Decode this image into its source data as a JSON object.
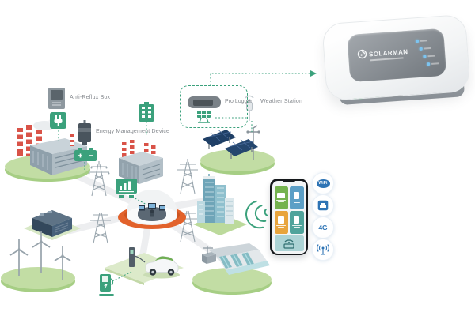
{
  "page": {
    "background": "#FFFFFF",
    "kind": "smart-energy-ecosystem-diagram"
  },
  "labels": {
    "anti_reflux_box": "Anti-Reflux Box",
    "energy_management_device": "Energy Management Device",
    "pro_logger": "Pro Logger",
    "weather_station": "Weather Station"
  },
  "device_photo": {
    "brand": "SOLARMAN",
    "led_count": 4
  },
  "connectivity_icons": [
    {
      "name": "wifi-badge",
      "text": "WiFi"
    },
    {
      "name": "ethernet-port-icon",
      "text": ""
    },
    {
      "name": "cellular-4g",
      "text": "4G"
    },
    {
      "name": "radio-antenna-icon",
      "text": ""
    }
  ],
  "colors": {
    "accent_green": "#3BA17C",
    "platform_green_top": "#C2DDA4",
    "platform_green_side": "#A6CE84",
    "control_ring_orange": "#E2622B",
    "solar_panel_blue": "#1F3F66",
    "icon_blue": "#2E74B5",
    "chimney_red": "#D95348",
    "road_gray": "#EDEEF0"
  }
}
